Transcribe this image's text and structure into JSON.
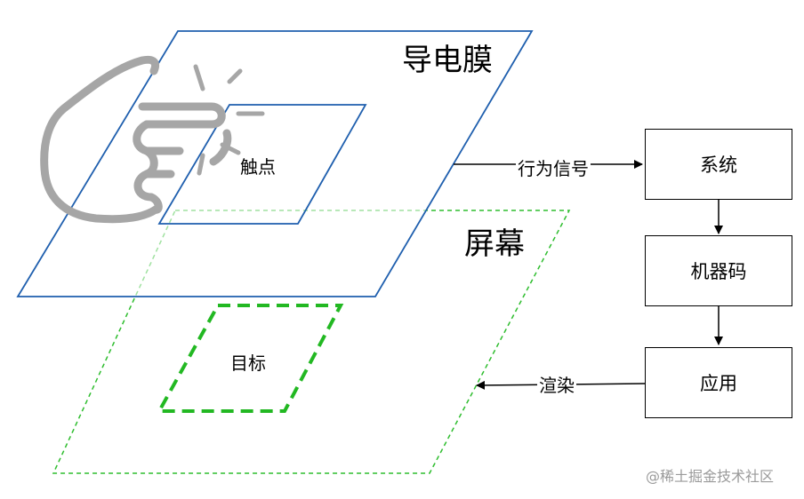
{
  "diagram": {
    "film_label": "导电膜",
    "touch_label": "触点",
    "screen_label": "屏幕",
    "target_label": "目标",
    "boxes": {
      "system": "系统",
      "machine_code": "机器码",
      "application": "应用"
    },
    "edges": {
      "behavior_signal": "行为信号",
      "render": "渲染"
    }
  },
  "watermark": "@稀土掘金技术社区",
  "colors": {
    "film_stroke": "#1f5fae",
    "screen_stroke": "#2ebd2e",
    "hand_stroke": "#a6a6a6",
    "arrow": "#000000"
  },
  "icons": {
    "hand": "tapping-hand-icon"
  }
}
